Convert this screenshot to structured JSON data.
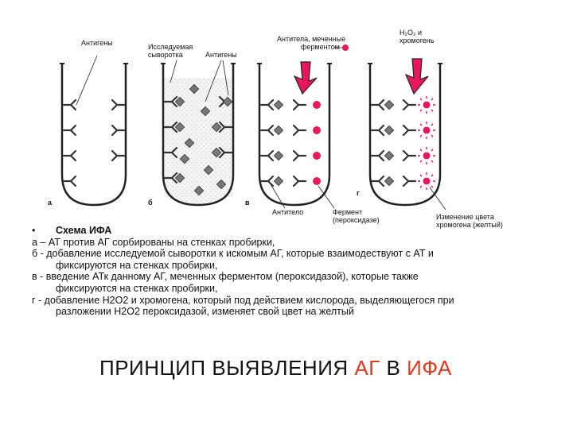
{
  "colors": {
    "accent": "#e0381c",
    "enzyme": "#e8175d",
    "antigen": "#777777",
    "tube_outline": "#222222"
  },
  "diagram": {
    "labels": {
      "antigens_a": "Антигены",
      "serum_line1": "Исследуемая",
      "serum_line2": "сыворотка",
      "antigens_b": "Антигены",
      "labeled_ab_line1": "Антитела, меченные",
      "labeled_ab_line2": "ферментом",
      "h2o2_line1": "H₂O₂ и",
      "h2o2_line2": "хромогень",
      "antibody": "Антитело",
      "enzyme_line1": "Фермент",
      "enzyme_line2": "(пероксидазе)",
      "color_change_line1": "Изменение цвета",
      "color_change_line2": "хромогена (желтый)"
    },
    "tube_letters": [
      "a",
      "б",
      "в",
      "г"
    ]
  },
  "caption": {
    "bullet": "•",
    "heading": "Схема ИФА",
    "line_a": "а – АТ против АГ сорбированы на стенках пробирки,",
    "line_b1": "б - добавление исследуемой сыворотки к искомым АГ, которые взаимодествуют с АТ и",
    "line_b2": "фиксируются на стенках пробирки,",
    "line_v1": "в - введение АТк данному АГ, меченных ферментом (пероксидазой), которые также",
    "line_v2": "фиксируются на стенках пробирки,",
    "line_g1": "г - добавление Н2О2 и хромогена, который под действием кислорода, выделяющегося при",
    "line_g2": "разложении Н2О2 пероксидазой, изменяет свой цвет на желтый"
  },
  "title": {
    "part1": "ПРИНЦИП ВЫЯВЛЕНИЯ",
    "part2": "АГ",
    "part3": "В",
    "part4": "ИФА"
  }
}
